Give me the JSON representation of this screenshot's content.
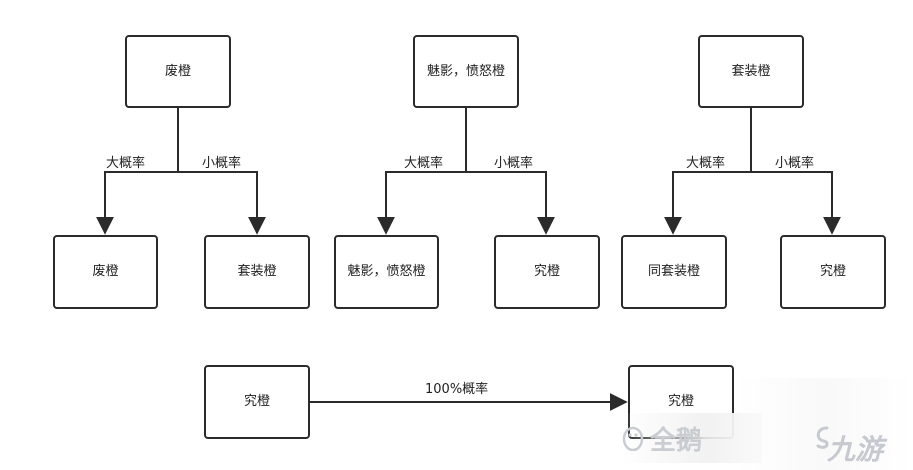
{
  "diagram": {
    "groups": [
      {
        "root": "废橙",
        "edges": [
          {
            "label": "大概率",
            "target": "废橙"
          },
          {
            "label": "小概率",
            "target": "套装橙"
          }
        ]
      },
      {
        "root": "魅影，愤怒橙",
        "edges": [
          {
            "label": "大概率",
            "target": "魅影，愤怒橙"
          },
          {
            "label": "小概率",
            "target": "究橙"
          }
        ]
      },
      {
        "root": "套装橙",
        "edges": [
          {
            "label": "大概率",
            "target": "同套装橙"
          },
          {
            "label": "小概率",
            "target": "究橙"
          }
        ]
      }
    ],
    "final": {
      "source": "究橙",
      "label": "100%概率",
      "target": "究橙"
    }
  },
  "watermarks": {
    "left": "全鹅",
    "right": "九游"
  }
}
